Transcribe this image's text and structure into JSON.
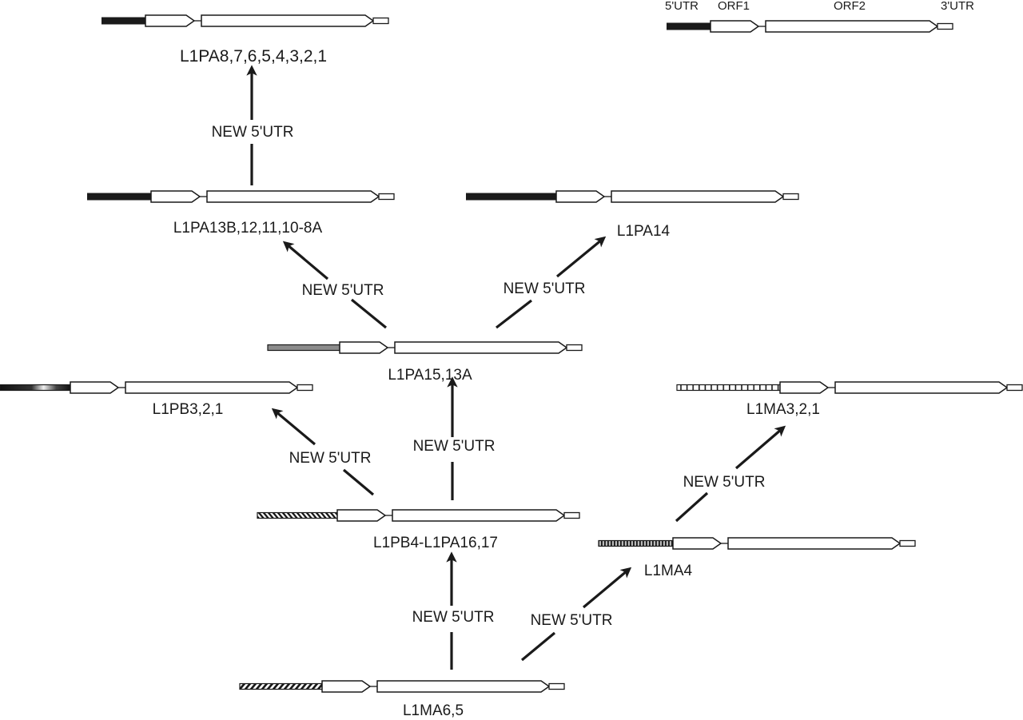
{
  "title": "L1 subfamily evolution via acquisition of new 5'UTRs",
  "colors": {
    "ink": "#1a1a1a",
    "box_fill": "#ffffff",
    "utr_black": "#1a1a1a",
    "utr_gray": "#8c8c8c"
  },
  "legend": {
    "labels": [
      "5'UTR",
      "ORF1",
      "ORF2",
      "3'UTR"
    ]
  },
  "edge_label": "NEW 5'UTR",
  "elements": [
    {
      "id": "legend",
      "name": "",
      "utr_style": "black"
    },
    {
      "id": "l1pa8-1",
      "name": "L1PA8,7,6,5,4,3,2,1",
      "utr_style": "black"
    },
    {
      "id": "l1pa13b",
      "name": "L1PA13B,12,11,10-8A",
      "utr_style": "black"
    },
    {
      "id": "l1pa14",
      "name": "L1PA14",
      "utr_style": "black"
    },
    {
      "id": "l1pa15",
      "name": "L1PA15,13A",
      "utr_style": "gray"
    },
    {
      "id": "l1pb3",
      "name": "L1PB3,2,1",
      "utr_style": "gradient"
    },
    {
      "id": "l1ma3",
      "name": "L1MA3,2,1",
      "utr_style": "ladder"
    },
    {
      "id": "l1pb4",
      "name": "L1PB4-L1PA16,17",
      "utr_style": "hatch-forward"
    },
    {
      "id": "l1ma4",
      "name": "L1MA4",
      "utr_style": "ladder-dense"
    },
    {
      "id": "l1ma6",
      "name": "L1MA6,5",
      "utr_style": "hatch-back"
    }
  ],
  "edges": [
    {
      "from": "l1pa13b",
      "to": "l1pa8-1",
      "label": "NEW 5'UTR"
    },
    {
      "from": "l1pa15",
      "to": "l1pa13b",
      "label": "NEW 5'UTR"
    },
    {
      "from": "l1pa15",
      "to": "l1pa14",
      "label": "NEW 5'UTR"
    },
    {
      "from": "l1pb4",
      "to": "l1pb3",
      "label": "NEW 5'UTR"
    },
    {
      "from": "l1pb4",
      "to": "l1pa15",
      "label": "NEW 5'UTR"
    },
    {
      "from": "l1ma4",
      "to": "l1ma3",
      "label": "NEW 5'UTR"
    },
    {
      "from": "l1ma6",
      "to": "l1pb4",
      "label": "NEW 5'UTR"
    },
    {
      "from": "l1ma6",
      "to": "l1ma4",
      "label": "NEW 5'UTR"
    }
  ]
}
